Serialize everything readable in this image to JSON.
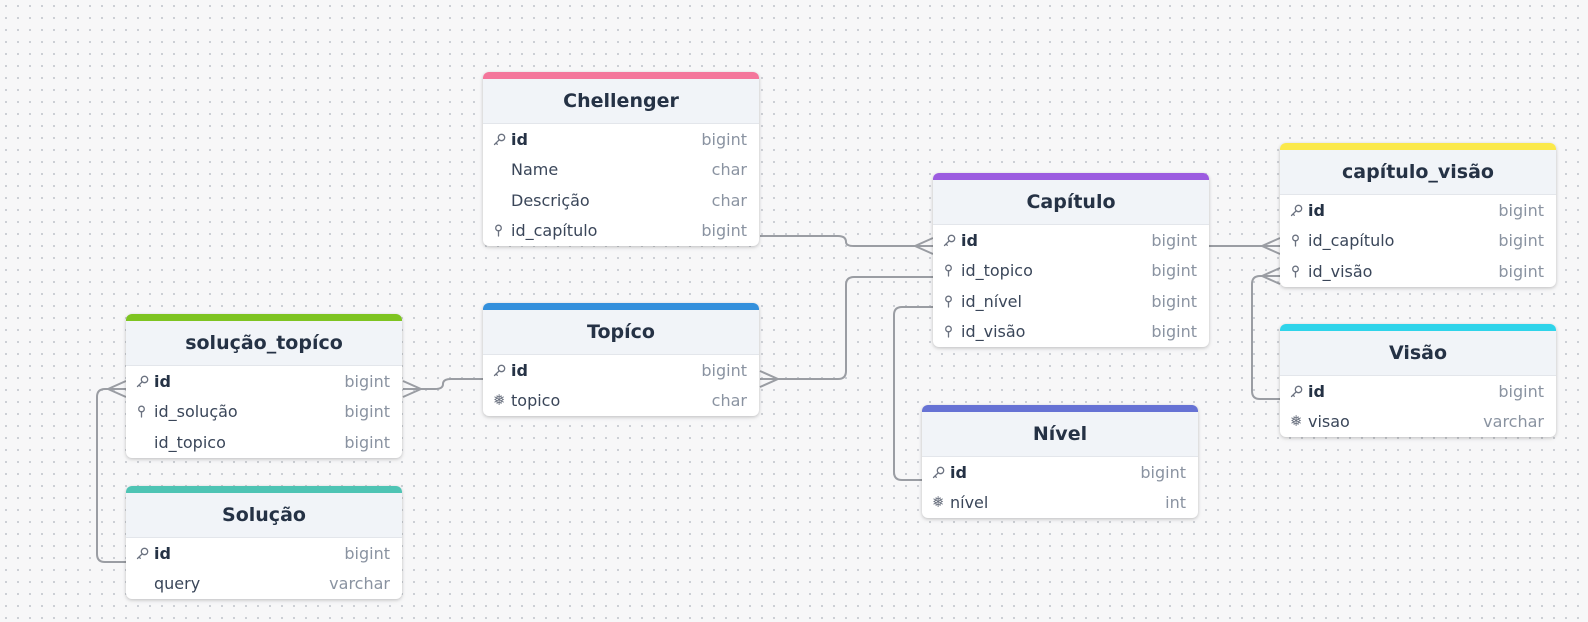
{
  "colors": {
    "chellenger": "#f4769b",
    "capitulo": "#9c5ce0",
    "capitulo_visao": "#fbe94b",
    "solucao_topico": "#7ec421",
    "topico": "#3490dc",
    "visao": "#2fd4ea",
    "nivel": "#6672d4",
    "solucao": "#4ec4b4",
    "edge": "#9a9da3"
  },
  "tables": {
    "chellenger": {
      "title": "Chellenger",
      "fields": [
        {
          "name": "id",
          "type": "bigint",
          "icon": "key"
        },
        {
          "name": "Name",
          "type": "char",
          "icon": ""
        },
        {
          "name": "Descrição",
          "type": "char",
          "icon": ""
        },
        {
          "name": "id_capítulo",
          "type": "bigint",
          "icon": "fk"
        }
      ]
    },
    "capitulo": {
      "title": "Capítulo",
      "fields": [
        {
          "name": "id",
          "type": "bigint",
          "icon": "key"
        },
        {
          "name": "id_topico",
          "type": "bigint",
          "icon": "fk"
        },
        {
          "name": "id_nível",
          "type": "bigint",
          "icon": "fk"
        },
        {
          "name": "id_visão",
          "type": "bigint",
          "icon": "fk"
        }
      ]
    },
    "capitulo_visao": {
      "title": "capítulo_visão",
      "fields": [
        {
          "name": "id",
          "type": "bigint",
          "icon": "key"
        },
        {
          "name": "id_capítulo",
          "type": "bigint",
          "icon": "fk"
        },
        {
          "name": "id_visão",
          "type": "bigint",
          "icon": "fk"
        }
      ]
    },
    "solucao_topico": {
      "title": "solução_topíco",
      "fields": [
        {
          "name": "id",
          "type": "bigint",
          "icon": "key"
        },
        {
          "name": "id_solução",
          "type": "bigint",
          "icon": "fk"
        },
        {
          "name": "id_topico",
          "type": "bigint",
          "icon": ""
        }
      ]
    },
    "topico": {
      "title": "Topíco",
      "fields": [
        {
          "name": "id",
          "type": "bigint",
          "icon": "key"
        },
        {
          "name": "topico",
          "type": "char",
          "icon": "snow"
        }
      ]
    },
    "visao": {
      "title": "Visão",
      "fields": [
        {
          "name": "id",
          "type": "bigint",
          "icon": "key"
        },
        {
          "name": "visao",
          "type": "varchar",
          "icon": "snow"
        }
      ]
    },
    "nivel": {
      "title": "Nível",
      "fields": [
        {
          "name": "id",
          "type": "bigint",
          "icon": "key"
        },
        {
          "name": "nível",
          "type": "int",
          "icon": "snow"
        }
      ]
    },
    "solucao": {
      "title": "Solução",
      "fields": [
        {
          "name": "id",
          "type": "bigint",
          "icon": "key"
        },
        {
          "name": "query",
          "type": "varchar",
          "icon": ""
        }
      ]
    }
  }
}
